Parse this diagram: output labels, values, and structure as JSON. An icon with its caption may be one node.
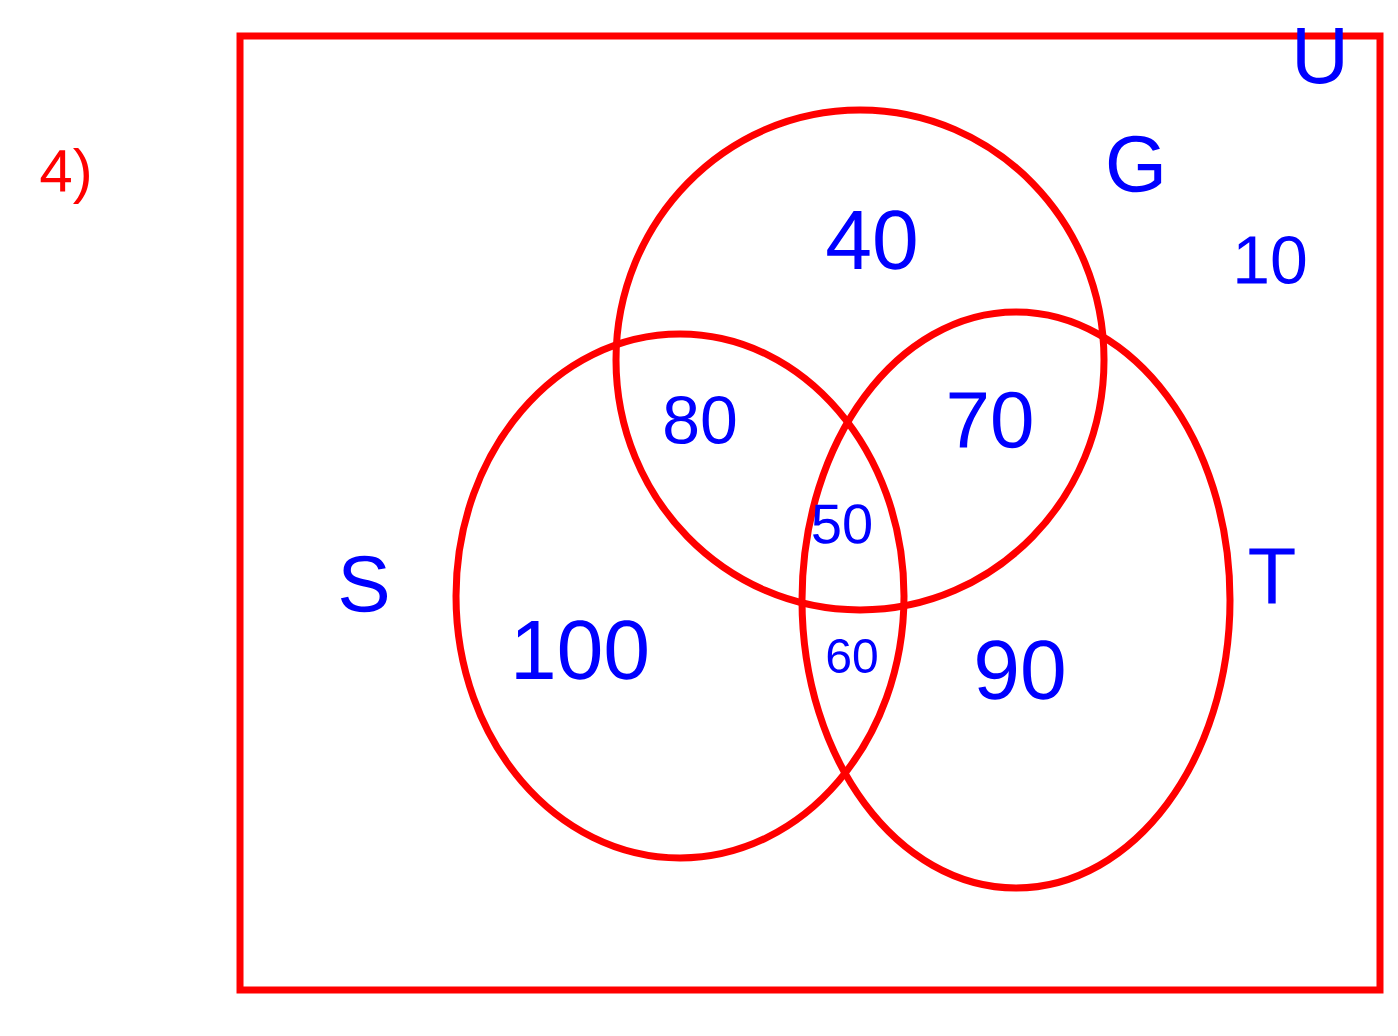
{
  "diagram": {
    "nodes": [
      {
        "text": [
          "U"
        ]
      },
      {
        "text": [
          "G"
        ],
        "in": 0
      },
      {
        "text": [
          "S"
        ],
        "in": 0
      },
      {
        "text": [
          "T"
        ],
        "in": 0
      }
    ],
    "labels": [
      "4)",
      "40",
      "10",
      "80",
      "70",
      "50",
      "100",
      "60",
      "90"
    ]
  }
}
